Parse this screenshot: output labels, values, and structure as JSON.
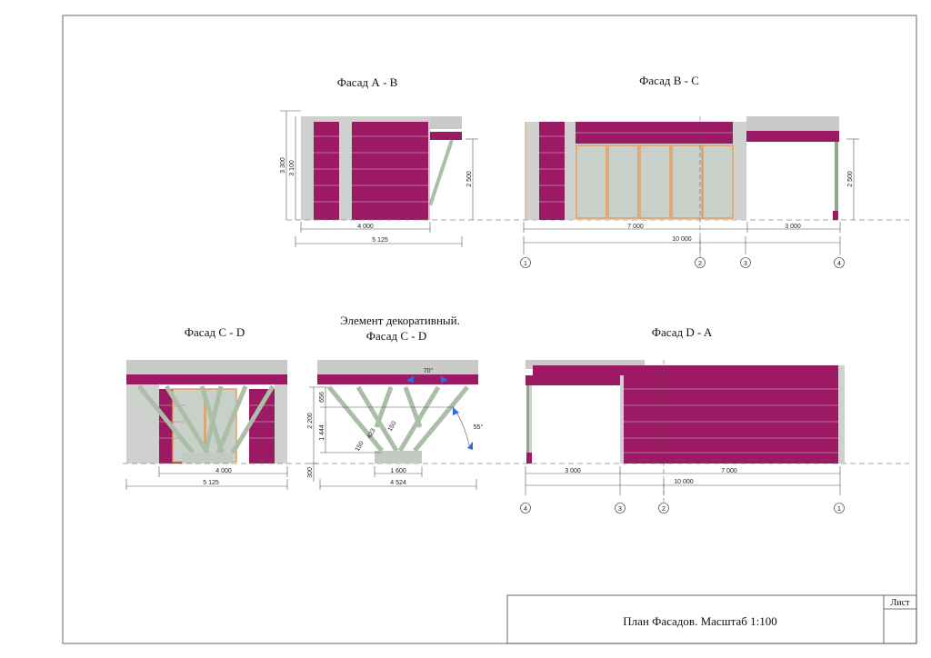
{
  "titles": {
    "ab": "Фасад А - В",
    "bc": "Фасад В - С",
    "cd": "Фасад С - D",
    "elem_l1": "Элемент декоративный.",
    "elem_l2": "Фасад С - D",
    "da": "Фасад D - A"
  },
  "dims": {
    "ab": {
      "h1": "3 300",
      "h2": "3 100",
      "w_inner": "4 000",
      "w_total": "5 125",
      "h_right": "2 500"
    },
    "bc": {
      "w_main": "7 000",
      "w_total": "10 000",
      "w_right": "3 000",
      "h_right": "2 500"
    },
    "cd": {
      "w_inner": "4 000",
      "w_total": "5 125"
    },
    "elem": {
      "angle_top": "70°",
      "angle_side": "55°",
      "v1": "656",
      "v2": "2 200",
      "v3": "1 444",
      "v4": "300",
      "d1": "423",
      "d2": "150",
      "d3": "150",
      "w_inner": "1 600",
      "w_total": "4 524"
    },
    "da": {
      "w_left": "3 000",
      "w_total": "10 000",
      "w_right": "7 000"
    }
  },
  "axes": {
    "bc": [
      "1",
      "2",
      "3",
      "4"
    ],
    "da": [
      "4",
      "3",
      "2",
      "1"
    ]
  },
  "stamp": {
    "title": "План Фасадов. Масштаб 1:100",
    "sheet_label": "Лист"
  },
  "colors": {
    "cladding": "#9c1a64",
    "roof": "#c8cac8",
    "glass": "#c9d0c9",
    "frame": "#e89a5a",
    "brace": "#a9bfa6"
  }
}
